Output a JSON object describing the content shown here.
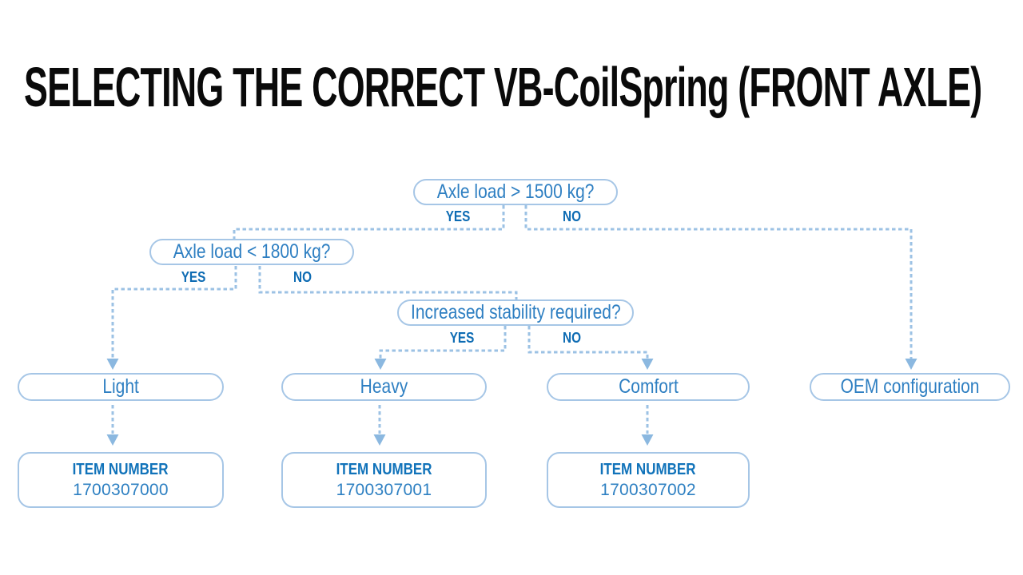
{
  "title": "SELECTING THE CORRECT VB-CoilSpring (FRONT AXLE)",
  "colors": {
    "title_black": "#0a0a0a",
    "node_border_blue": "#a6c6e6",
    "node_text_blue": "#2e7fc2",
    "yes_no_blue": "#0d6bb3",
    "dashed_line_blue": "#9cc2e4",
    "arrowhead_blue": "#8bb8e0",
    "item_header_blue": "#1173ba",
    "item_number_blue": "#2e80c2"
  },
  "flowchart": {
    "decisions": [
      {
        "question": "Axle load > 1500 kg?",
        "yes_label": "YES",
        "no_label": "NO"
      },
      {
        "question": "Axle load < 1800 kg?",
        "yes_label": "YES",
        "no_label": "NO"
      },
      {
        "question": "Increased stability required?",
        "yes_label": "YES",
        "no_label": "NO"
      }
    ],
    "outcomes": [
      {
        "label": "Light",
        "item_label": "ITEM NUMBER",
        "item_number": "1700307000"
      },
      {
        "label": "Heavy",
        "item_label": "ITEM NUMBER",
        "item_number": "1700307001"
      },
      {
        "label": "Comfort",
        "item_label": "ITEM NUMBER",
        "item_number": "1700307002"
      },
      {
        "label": "OEM configuration"
      }
    ]
  }
}
